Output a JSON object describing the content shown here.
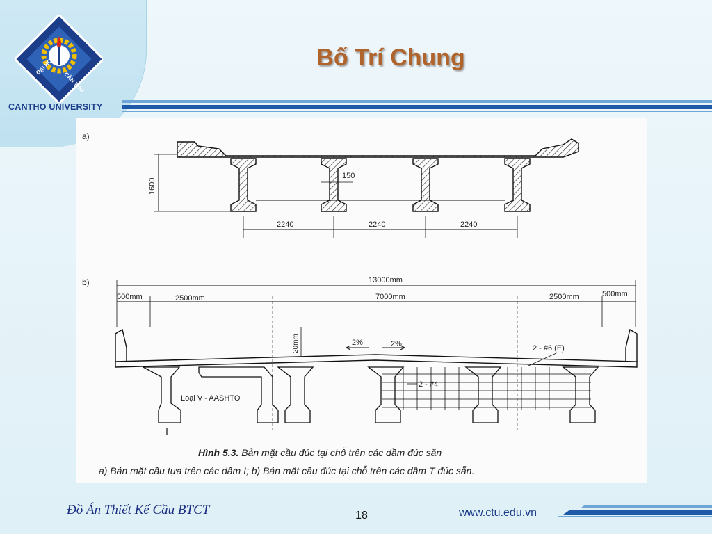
{
  "header": {
    "university": "CANTHO UNIVERSITY",
    "logo_arc_left": "ĐẠI HỌC",
    "logo_arc_right": "CẦN THƠ",
    "title": "Bố Trí Chung"
  },
  "figure": {
    "part_a": {
      "label": "a)",
      "height_dim": "1600",
      "web_dim": "150",
      "spacings": [
        "2240",
        "2240",
        "2240"
      ]
    },
    "part_b": {
      "label": "b)",
      "total_width": "13000mm",
      "segments": [
        "500mm",
        "2500mm",
        "7000mm",
        "2500mm",
        "500mm"
      ],
      "slope_left": "2%",
      "slope_right": "2%",
      "thickness": "20mm",
      "girder_type": "Loại V - AASHTO",
      "rebar_main": "2 - #6 (E)",
      "rebar_secondary": "2 - #4"
    },
    "caption_title": "Hình 5.3.",
    "caption_title_rest": " Bản mặt cầu đúc tại chỗ trên các dầm đúc sẵn",
    "caption_sub": "a) Bản mặt cầu tựa trên các dầm I; b) Bản mặt cầu đúc tại chỗ trên các dầm T đúc sẵn."
  },
  "footer": {
    "course": "Đồ Án Thiết Kế Cầu BTCT",
    "page_number": "18",
    "url": "www.ctu.edu.vn"
  },
  "colors": {
    "title": "#b0632a",
    "brand_blue": "#1b3d8a",
    "bar_blue": "#1f5aa8",
    "logo_yellow": "#f2c000",
    "logo_red": "#d42a1f"
  }
}
